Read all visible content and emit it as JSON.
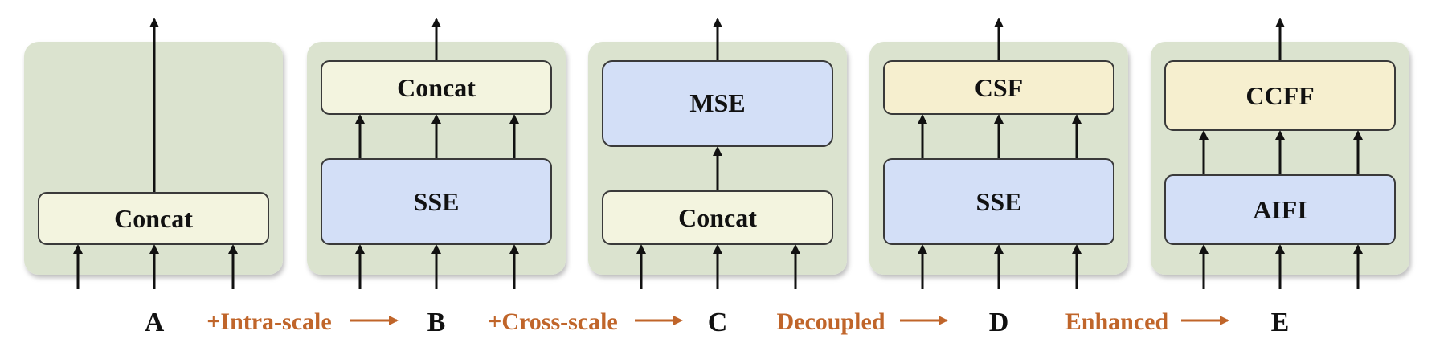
{
  "colors": {
    "panel_background": "#dbe3cf",
    "concat_fill": "#f3f4df",
    "encoder_fill": "#d3dff7",
    "fusion_fill": "#f6efcf",
    "transition_text": "#c0652a"
  },
  "panels": [
    {
      "id": "A",
      "letter": "A",
      "blocks": [
        {
          "label": "Concat",
          "kind": "concat"
        }
      ]
    },
    {
      "id": "B",
      "letter": "B",
      "blocks": [
        {
          "label": "Concat",
          "kind": "concat"
        },
        {
          "label": "SSE",
          "kind": "encoder"
        }
      ]
    },
    {
      "id": "C",
      "letter": "C",
      "blocks": [
        {
          "label": "MSE",
          "kind": "encoder"
        },
        {
          "label": "Concat",
          "kind": "concat"
        }
      ]
    },
    {
      "id": "D",
      "letter": "D",
      "blocks": [
        {
          "label": "CSF",
          "kind": "fusion"
        },
        {
          "label": "SSE",
          "kind": "encoder"
        }
      ]
    },
    {
      "id": "E",
      "letter": "E",
      "blocks": [
        {
          "label": "CCFF",
          "kind": "fusion"
        },
        {
          "label": "AIFI",
          "kind": "encoder"
        }
      ]
    }
  ],
  "transitions": [
    {
      "label": "+Intra-scale"
    },
    {
      "label": "+Cross-scale"
    },
    {
      "label": "Decoupled"
    },
    {
      "label": "Enhanced"
    }
  ]
}
